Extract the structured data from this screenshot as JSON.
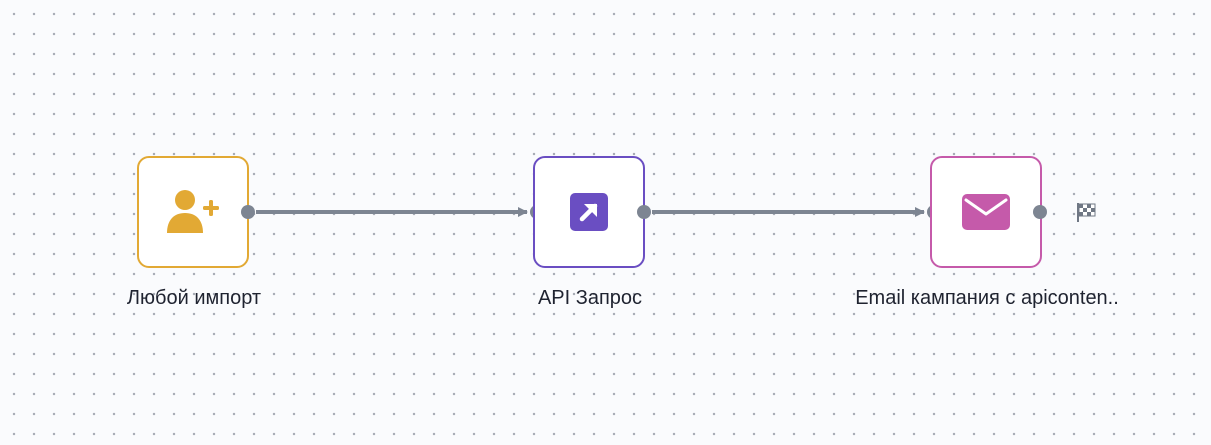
{
  "nodes": [
    {
      "id": "import",
      "label": "Любой импорт",
      "icon": "user-plus-icon",
      "color": "#e2a934"
    },
    {
      "id": "api",
      "label": "API Запрос",
      "icon": "external-link-icon",
      "color": "#6a4ec2"
    },
    {
      "id": "email",
      "label": "Email кампания с apiconten..",
      "icon": "envelope-icon",
      "color": "#c55aaa"
    }
  ],
  "edges": [
    {
      "from": "import",
      "to": "api"
    },
    {
      "from": "api",
      "to": "email"
    }
  ],
  "end_marker": {
    "icon": "checkered-flag-icon"
  },
  "colors": {
    "connector": "#7d8592",
    "label_text": "#1f2330"
  }
}
